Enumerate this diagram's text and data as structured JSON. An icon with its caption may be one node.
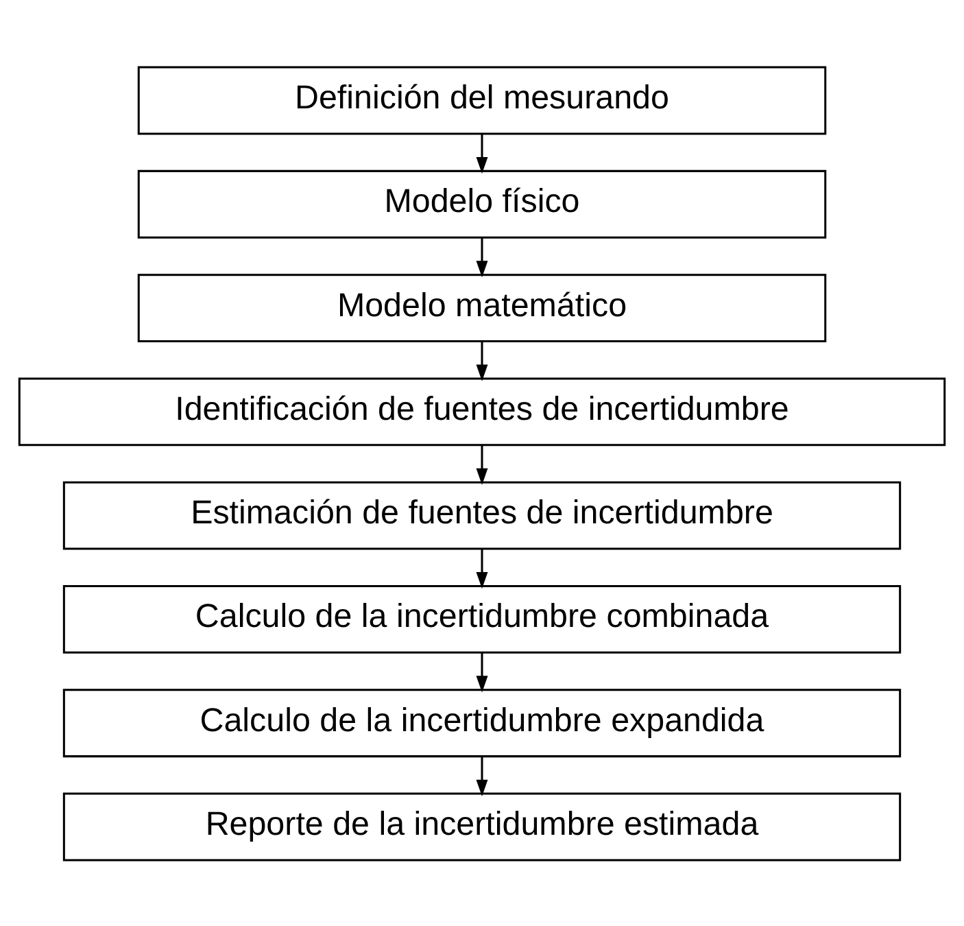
{
  "diagram": {
    "nodes": [
      {
        "text": [
          "Definición del mesurando"
        ]
      },
      {
        "text": [
          "Modelo físico"
        ]
      },
      {
        "text": [
          "Modelo matemático"
        ]
      },
      {
        "text": [
          "Identificación de fuentes de incertidumbre"
        ]
      },
      {
        "text": [
          "Estimación de fuentes de incertidumbre"
        ]
      },
      {
        "text": [
          "Calculo de la incertidumbre combinada"
        ]
      },
      {
        "text": [
          "Calculo de la incertidumbre expandida"
        ]
      },
      {
        "text": [
          "Reporte de la incertidumbre estimada"
        ]
      }
    ],
    "edges": [
      {
        "from": 0,
        "to": 1,
        "arrow": "to"
      },
      {
        "from": 1,
        "to": 2,
        "arrow": "to"
      },
      {
        "from": 2,
        "to": 3,
        "arrow": "to"
      },
      {
        "from": 3,
        "to": 4,
        "arrow": "to"
      },
      {
        "from": 4,
        "to": 5,
        "arrow": "to"
      },
      {
        "from": 5,
        "to": 6,
        "arrow": "to"
      },
      {
        "from": 6,
        "to": 7,
        "arrow": "to"
      }
    ]
  }
}
